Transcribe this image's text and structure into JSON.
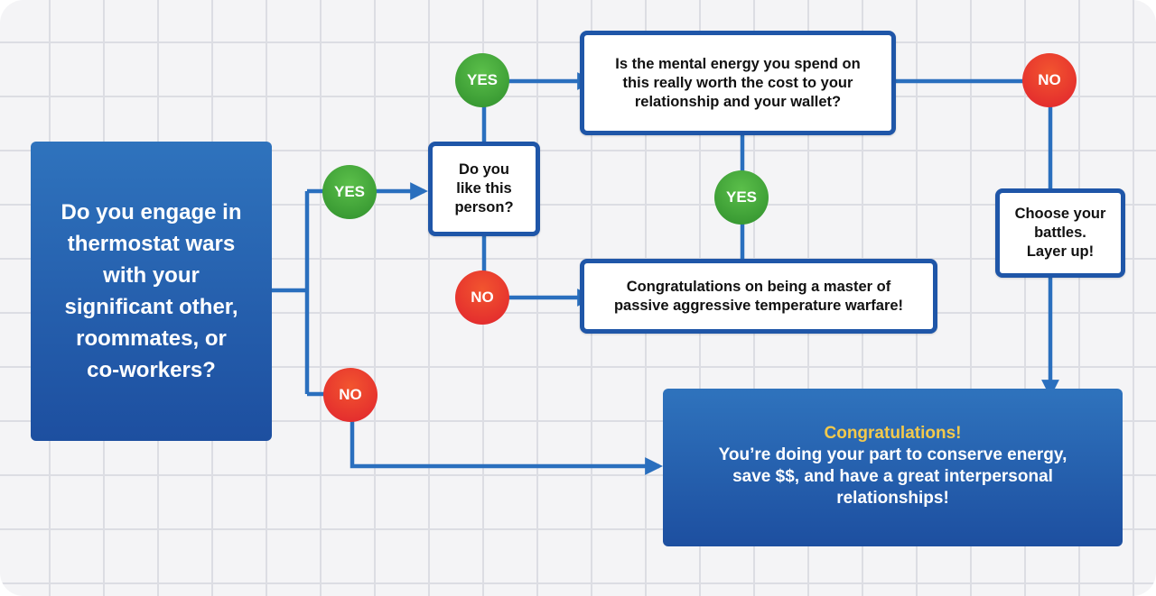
{
  "diagram": {
    "start_question": {
      "lines": [
        "Do you engage in",
        "thermostat wars",
        "with your",
        "significant other,",
        "roommates, or",
        "co-workers?"
      ]
    },
    "like_question": {
      "lines": [
        "Do you",
        "like this",
        "person?"
      ]
    },
    "worth_question": {
      "lines": [
        "Is the mental energy you spend on",
        "this really worth the cost to your",
        "relationship and your wallet?"
      ]
    },
    "master_outcome": {
      "lines": [
        "Congratulations on being a master of",
        "passive aggressive temperature warfare!"
      ]
    },
    "battles_outcome": {
      "lines": [
        "Choose your",
        "battles.",
        "Layer up!"
      ]
    },
    "final_outcome": {
      "heading": "Congratulations!",
      "lines": [
        "You’re doing your part to conserve energy,",
        "save $$, and have a great interpersonal",
        "relationships!"
      ]
    },
    "labels": {
      "yes": "YES",
      "no": "NO"
    },
    "colors": {
      "box_blue": "#1f56a8",
      "line_blue": "#2a6fbe",
      "yes_green": "#3a9c36",
      "no_red": "#e8312e",
      "heading_gold": "#f2c94c"
    }
  }
}
